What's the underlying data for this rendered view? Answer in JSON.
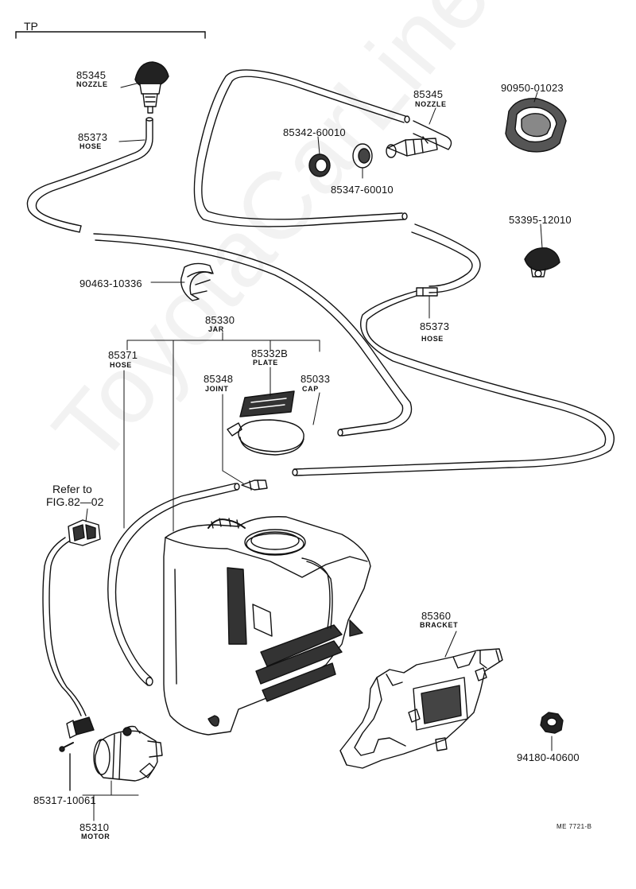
{
  "header": {
    "code": "TP"
  },
  "parts": {
    "nozzle_left": {
      "number": "85345",
      "name": "NOZZLE"
    },
    "hose_left": {
      "number": "85373",
      "name": "HOSE"
    },
    "nozzle_right": {
      "number": "85345",
      "name": "NOZZLE"
    },
    "grommet": {
      "number": "90950-01023"
    },
    "packing_a": {
      "number": "85342-60010"
    },
    "packing_b": {
      "number": "85347-60010"
    },
    "nozzle_alt": {
      "number": "53395-12010"
    },
    "clamp": {
      "number": "90463-10336"
    },
    "hose_right": {
      "number": "85373",
      "name": "HOSE"
    },
    "jar": {
      "number": "85330",
      "name": "JAR"
    },
    "plate": {
      "number": "85332B",
      "name": "PLATE"
    },
    "joint": {
      "number": "85348",
      "name": "JOINT"
    },
    "cap": {
      "number": "85033",
      "name": "CAP"
    },
    "hose_main": {
      "number": "85371",
      "name": "HOSE"
    },
    "bracket": {
      "number": "85360",
      "name": "BRACKET"
    },
    "nut": {
      "number": "94180-40600"
    },
    "screw": {
      "number": "85317-10061"
    },
    "motor": {
      "number": "85310",
      "name": "MOTOR"
    }
  },
  "reference": {
    "line1": "Refer to",
    "line2": "FIG.82—02"
  },
  "footer": {
    "code": "ME  7721-B"
  },
  "watermark": "ToyotaCarLine.ru"
}
